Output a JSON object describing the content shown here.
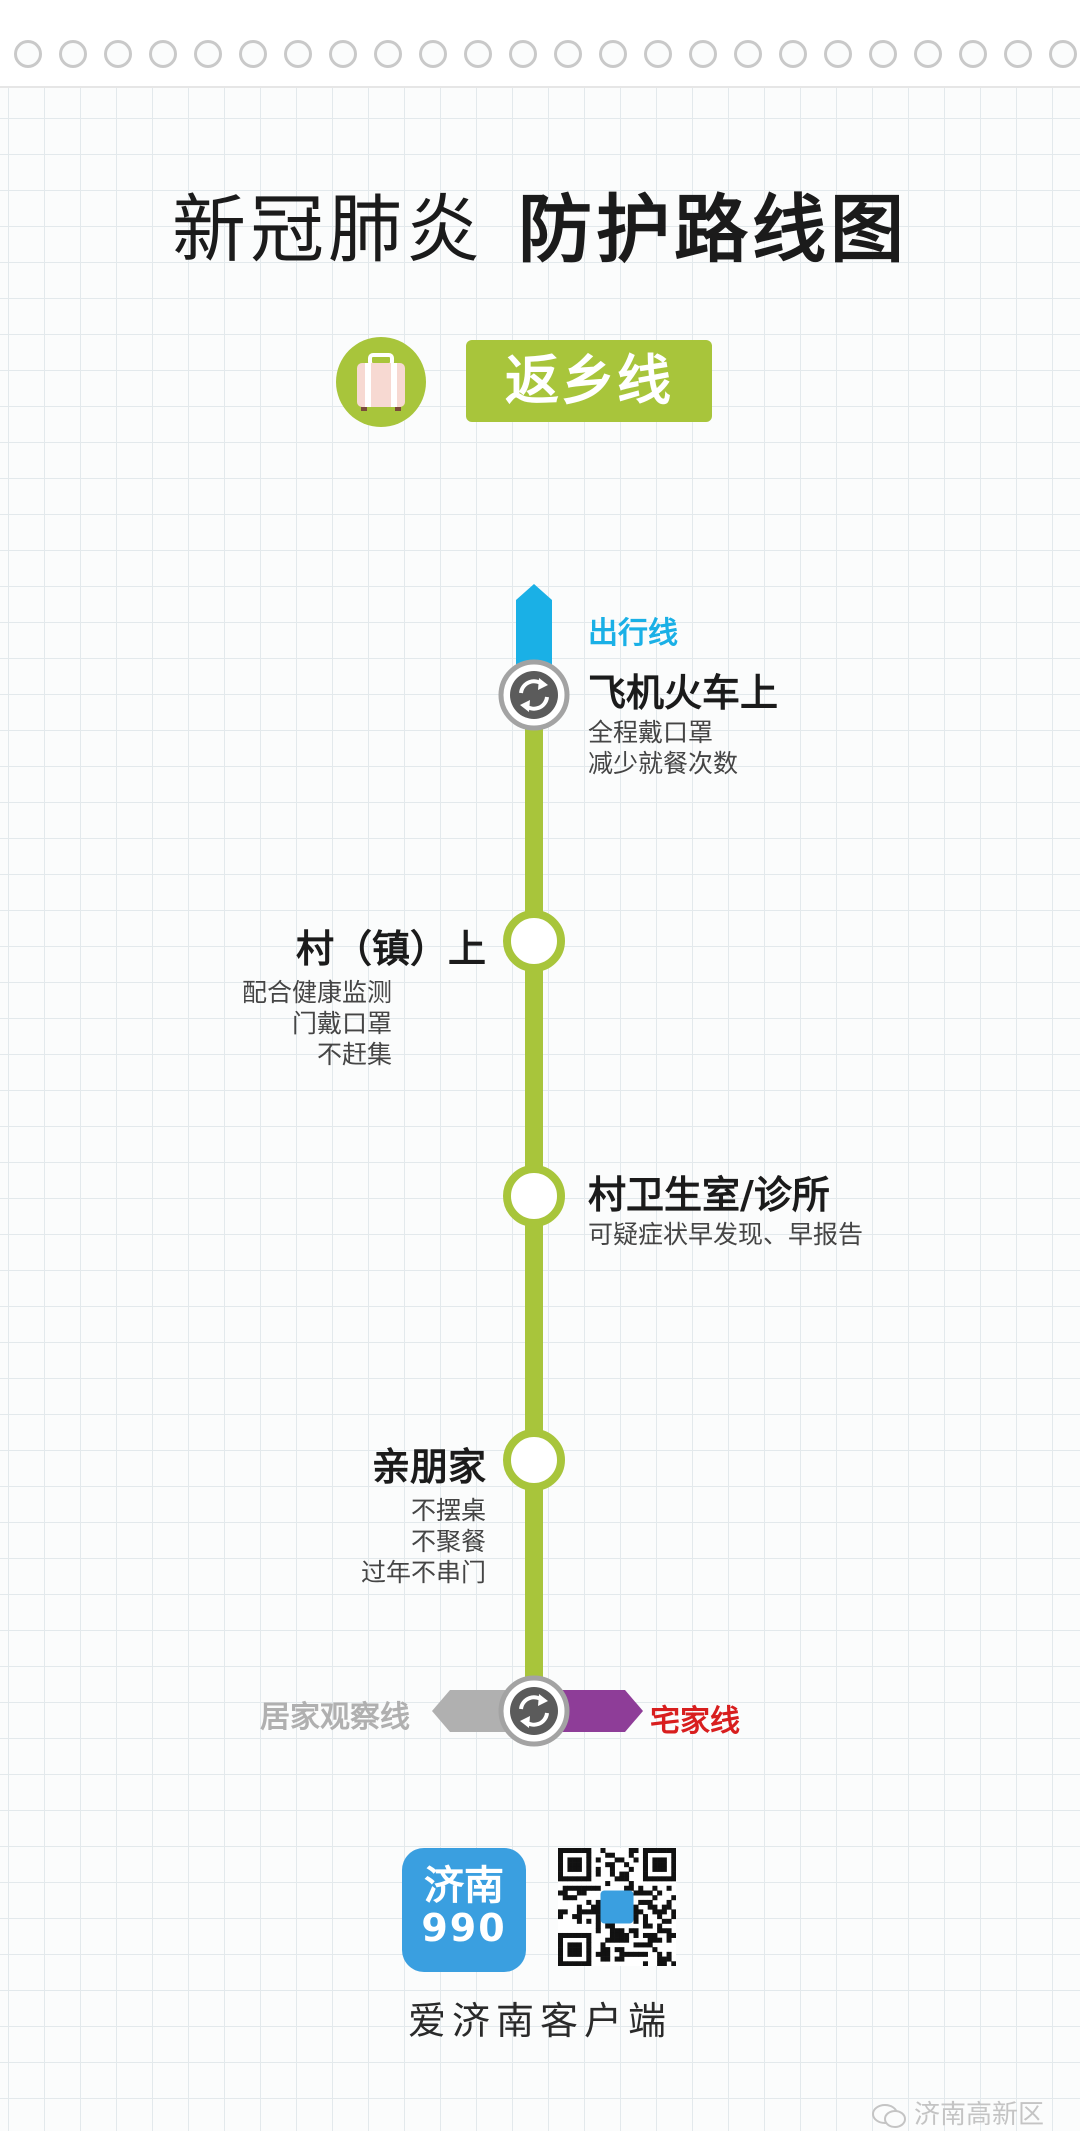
{
  "title_light": "新冠肺炎",
  "title_bold": "防护路线图",
  "route_banner": "返乡线",
  "top_connector": "出行线",
  "stops": [
    {
      "title": "飞机火车上",
      "details": [
        "全程戴口罩",
        "减少就餐次数"
      ],
      "kind": "transfer",
      "side": "right"
    },
    {
      "title": "村（镇）上",
      "details": [
        "配合健康监测",
        "门戴口罩",
        "不赶集"
      ],
      "kind": "station",
      "side": "left"
    },
    {
      "title": "村卫生室/诊所",
      "details": [
        "可疑症状早发现、早报告"
      ],
      "kind": "station",
      "side": "right"
    },
    {
      "title": "亲朋家",
      "details": [
        "不摆桌",
        "不聚餐",
        "过年不串门"
      ],
      "kind": "station",
      "side": "left"
    },
    {
      "title": "",
      "details": [],
      "kind": "transfer",
      "side": "none"
    }
  ],
  "bottom_connectors": {
    "left": "居家观察线",
    "right": "宅家线"
  },
  "colors": {
    "route_line": "#a8c53b",
    "top_line": "#1ab0e6",
    "left_line": "#b0b0b0",
    "right_line": "#8e3d98",
    "top_label": "#1ab0e6",
    "right_label": "#d81e1e",
    "left_label": "#b0b0b0"
  },
  "icons": [
    "suitcase-icon",
    "transfer-arrows-icon",
    "app-logo-icon",
    "qr-code-icon",
    "wechat-icon"
  ],
  "app_logo": {
    "name": "济南",
    "mark": "990"
  },
  "app_name": "爱济南客户端",
  "watermark": "济南高新区"
}
